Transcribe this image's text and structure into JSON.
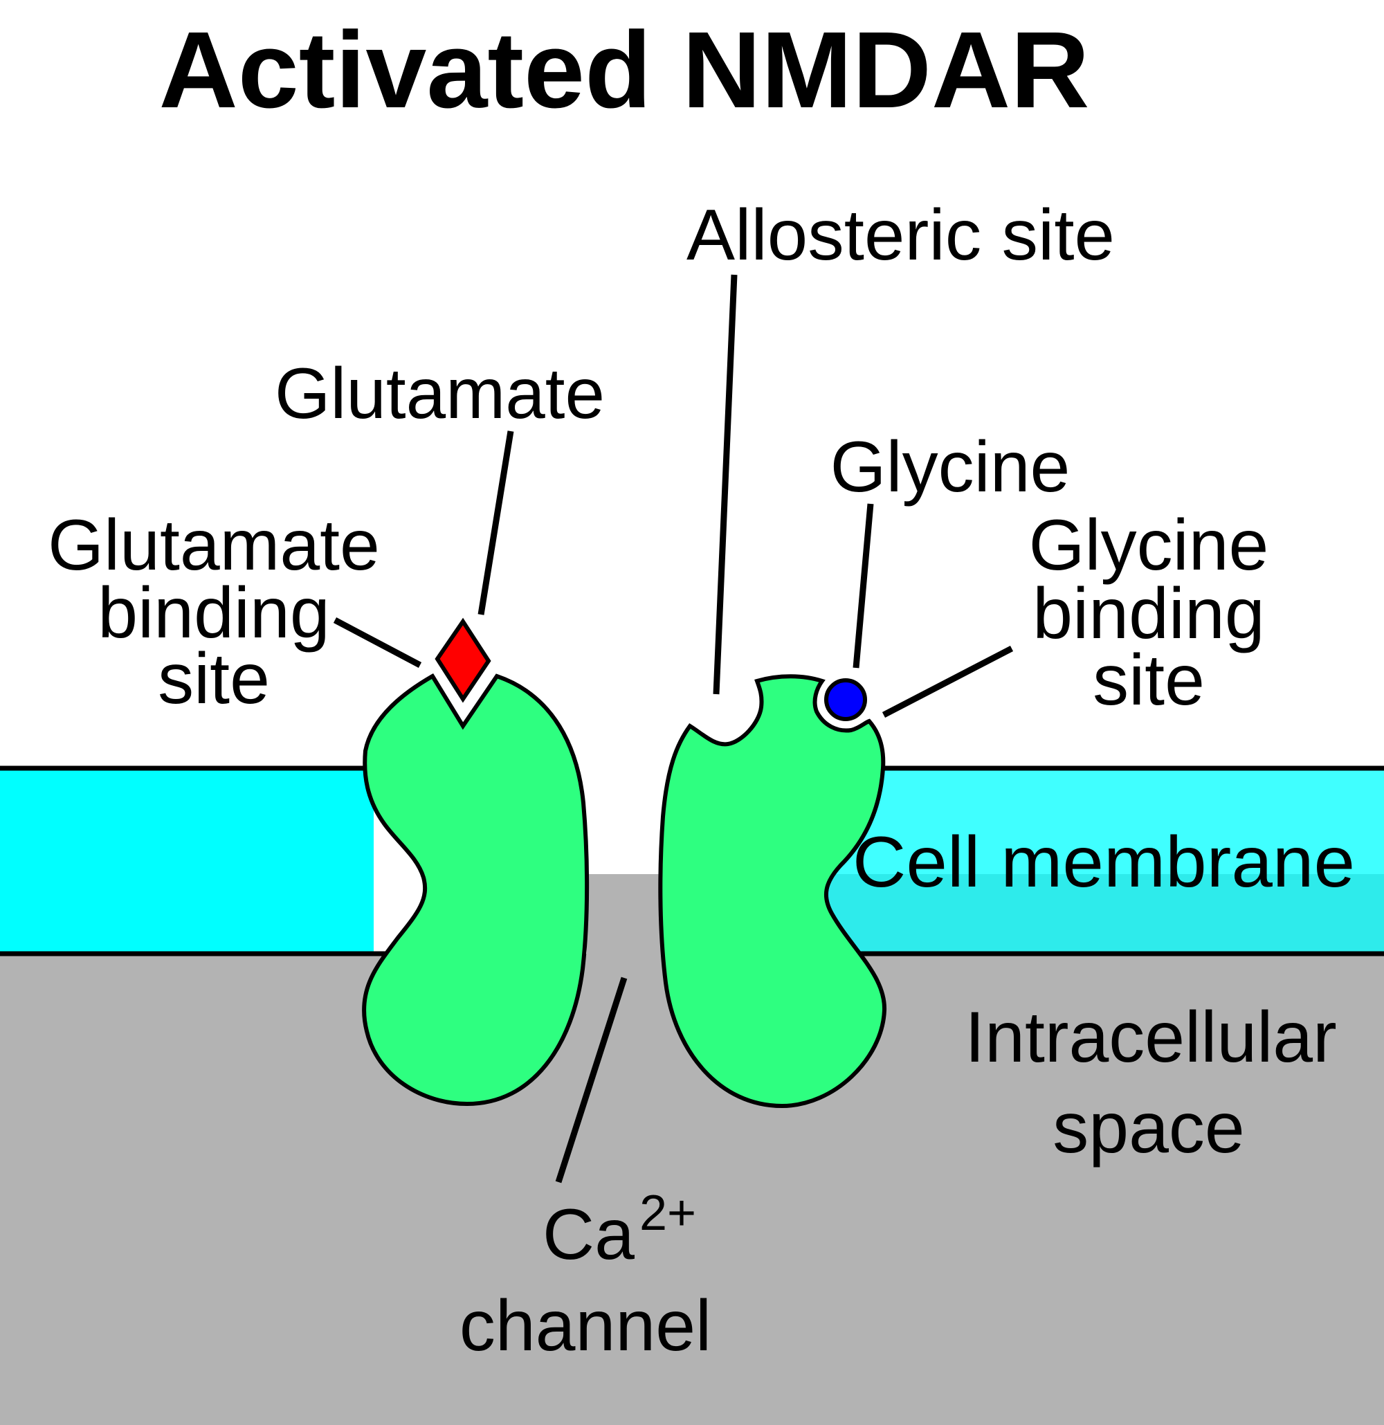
{
  "title": "Activated NMDAR",
  "colors": {
    "membrane": "#00FFFF",
    "membrane_shaded": "#2EEBEB",
    "membrane_light": "#40FFFF",
    "intracellular": "#B3B3B3",
    "extracellular": "#FFFFFF",
    "receptor_subunit": "#2EFF80",
    "glutamate": "#FF0000",
    "glycine": "#0000FF",
    "outline": "#000000"
  },
  "labels": {
    "allosteric_site": "Allosteric site",
    "glutamate": "Glutamate",
    "glutamate_binding_site": [
      "Glutamate",
      "binding",
      "site"
    ],
    "glycine": "Glycine",
    "glycine_binding_site": [
      "Glycine",
      "binding",
      "site"
    ],
    "cell_membrane": "Cell membrane",
    "intracellular_space": [
      "Intracellular",
      "space"
    ],
    "ca_channel": {
      "ion": "Ca",
      "charge": "2+",
      "word": "channel"
    }
  },
  "legend_shapes": {
    "glutamate": "red-diamond",
    "glycine": "blue-circle"
  }
}
